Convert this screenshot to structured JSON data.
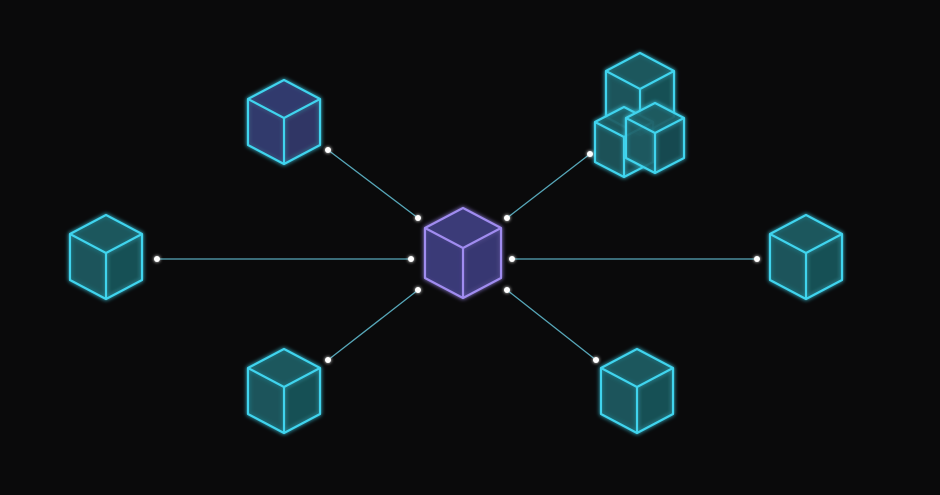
{
  "diagram": {
    "background_color": "#0a0a0b",
    "connector_color": "#5fb8cc",
    "dot_color": "#ffffff",
    "hub": {
      "name": "hub-cube",
      "stroke_color": "#a08cf0",
      "fill_color": "#3a3a78"
    },
    "nodes": [
      {
        "name": "node-cube-top-left",
        "style": "indigo"
      },
      {
        "name": "node-cube-top-right-cluster",
        "style": "cluster"
      },
      {
        "name": "node-cube-left",
        "style": "teal"
      },
      {
        "name": "node-cube-right",
        "style": "teal"
      },
      {
        "name": "node-cube-bottom-left",
        "style": "teal"
      },
      {
        "name": "node-cube-bottom-right",
        "style": "teal"
      }
    ],
    "styles": {
      "teal": {
        "stroke": "#3fd4ee",
        "fill": "#1b5a60"
      },
      "indigo": {
        "stroke": "#3fd4ee",
        "fill": "#333a6e"
      },
      "cluster": {
        "stroke": "#3fd4ee",
        "fill": "#1b5a60"
      }
    }
  }
}
